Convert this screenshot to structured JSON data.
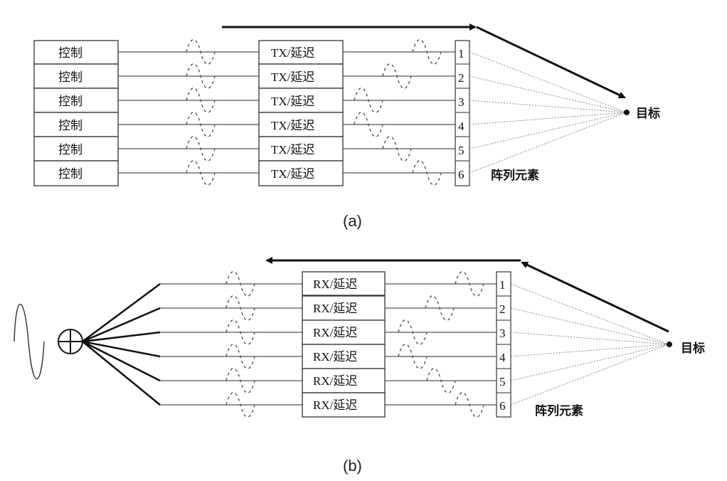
{
  "diagram_a": {
    "control_labels": [
      "控制",
      "控制",
      "控制",
      "控制",
      "控制",
      "控制"
    ],
    "delay_labels": [
      "TX/延迟",
      "TX/延迟",
      "TX/延迟",
      "TX/延迟",
      "TX/延迟",
      "TX/延迟"
    ],
    "element_numbers": [
      "1",
      "2",
      "3",
      "4",
      "5",
      "6"
    ],
    "target_label": "目标",
    "array_label": "阵列元素",
    "caption": "(a)"
  },
  "diagram_b": {
    "delay_labels": [
      "RX/延迟",
      "RX/延迟",
      "RX/延迟",
      "RX/延迟",
      "RX/延迟",
      "RX/延迟"
    ],
    "element_numbers": [
      "1",
      "2",
      "3",
      "4",
      "5",
      "6"
    ],
    "target_label": "目标",
    "array_label": "阵列元素",
    "caption": "(b)"
  }
}
